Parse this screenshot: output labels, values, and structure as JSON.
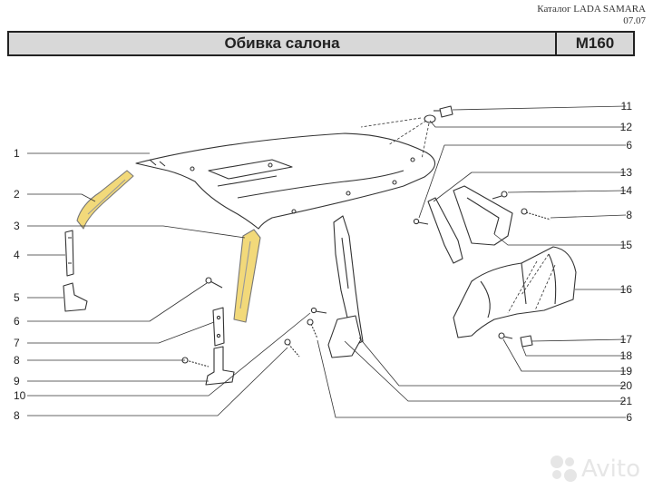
{
  "header": {
    "catalog_line": "Каталог LADA SAMARA",
    "date_line": "07.07"
  },
  "title": {
    "name": "Обивка салона",
    "code": "M160"
  },
  "callouts_left": [
    "1",
    "2",
    "3",
    "4",
    "5",
    "6",
    "7",
    "8",
    "9",
    "10",
    "8"
  ],
  "callouts_right": [
    "11",
    "12",
    "6",
    "13",
    "14",
    "8",
    "15",
    "16",
    "17",
    "18",
    "19",
    "20",
    "21",
    "6"
  ],
  "watermark": "Avito",
  "colors": {
    "highlight": "#f2d97a",
    "line": "#333333",
    "title_bg": "#d8d8d8"
  }
}
